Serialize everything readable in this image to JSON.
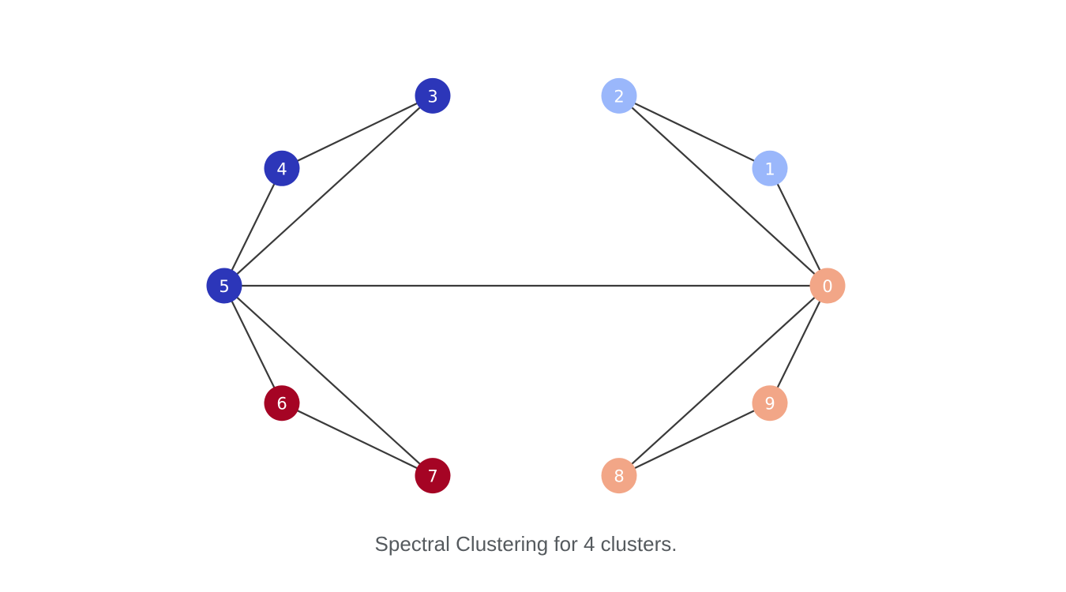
{
  "caption": "Spectral Clustering for 4 clusters.",
  "cluster_colors": {
    "light_blue": "#9ab7fb",
    "dark_blue": "#2c36b9",
    "dark_red": "#a50424",
    "salmon": "#f2a687"
  },
  "nodes": [
    {
      "id": "0",
      "cluster": "salmon"
    },
    {
      "id": "1",
      "cluster": "light_blue"
    },
    {
      "id": "2",
      "cluster": "light_blue"
    },
    {
      "id": "3",
      "cluster": "dark_blue"
    },
    {
      "id": "4",
      "cluster": "dark_blue"
    },
    {
      "id": "5",
      "cluster": "dark_blue"
    },
    {
      "id": "6",
      "cluster": "dark_red"
    },
    {
      "id": "7",
      "cluster": "dark_red"
    },
    {
      "id": "8",
      "cluster": "salmon"
    },
    {
      "id": "9",
      "cluster": "salmon"
    }
  ],
  "edges": [
    [
      "2",
      "1"
    ],
    [
      "2",
      "0"
    ],
    [
      "1",
      "0"
    ],
    [
      "3",
      "4"
    ],
    [
      "3",
      "5"
    ],
    [
      "4",
      "5"
    ],
    [
      "5",
      "0"
    ],
    [
      "5",
      "6"
    ],
    [
      "5",
      "7"
    ],
    [
      "6",
      "7"
    ],
    [
      "0",
      "9"
    ],
    [
      "0",
      "8"
    ],
    [
      "9",
      "8"
    ]
  ]
}
